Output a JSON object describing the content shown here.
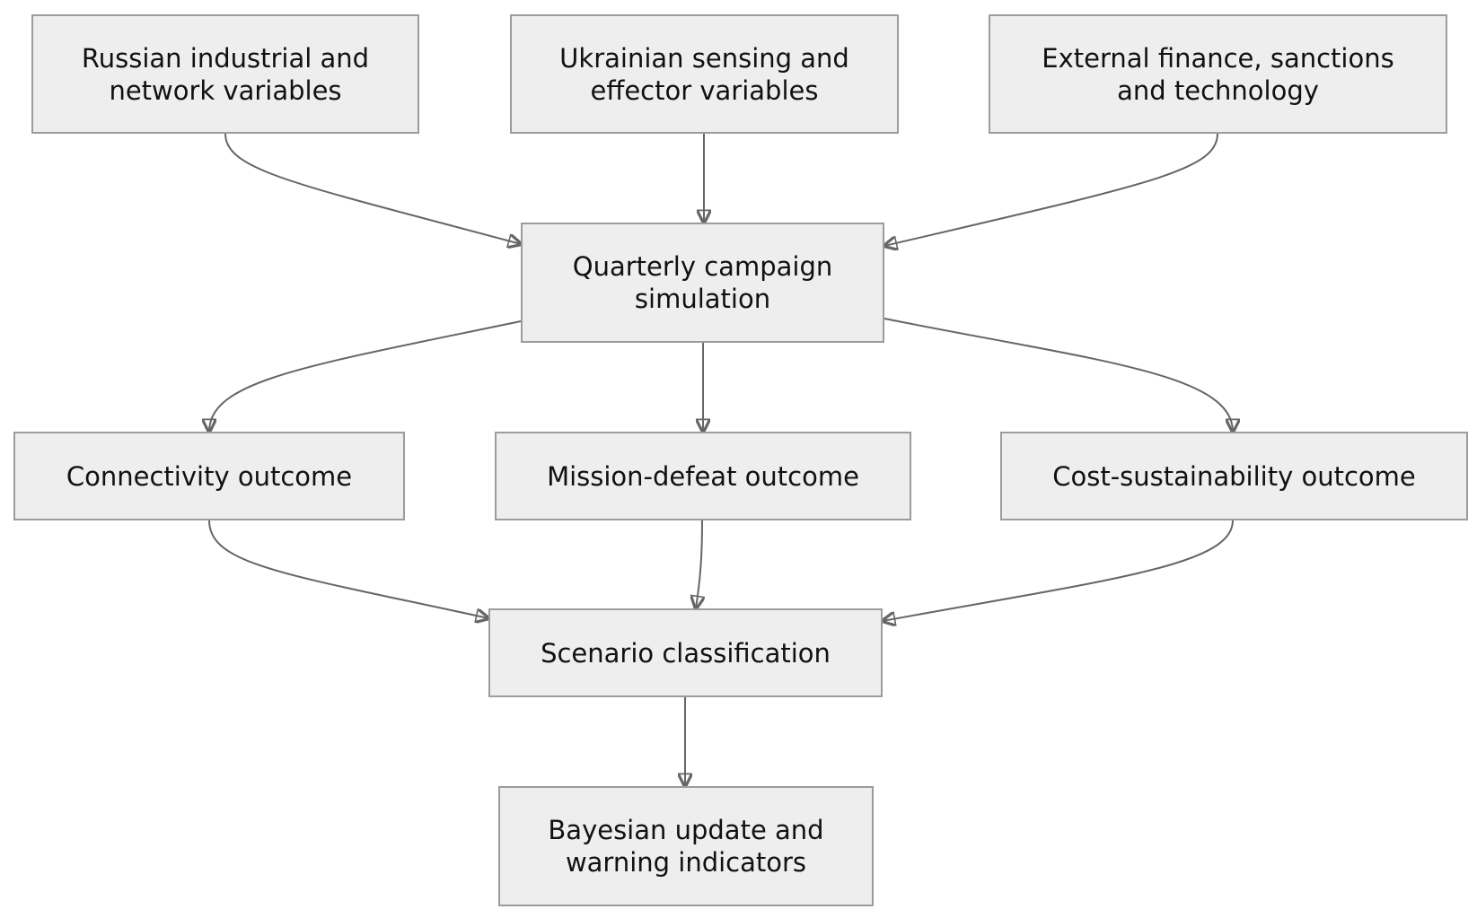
{
  "diagram": {
    "nodes": {
      "russian": "Russian industrial and\nnetwork variables",
      "ukrainian": "Ukrainian sensing and\neffector variables",
      "external": "External finance, sanctions\nand technology",
      "simulation": "Quarterly campaign\nsimulation",
      "connectivity": "Connectivity outcome",
      "mission": "Mission-defeat outcome",
      "cost": "Cost-sustainability outcome",
      "scenario": "Scenario classification",
      "bayesian": "Bayesian update and\nwarning indicators"
    },
    "edges": [
      {
        "from": "russian",
        "to": "simulation"
      },
      {
        "from": "ukrainian",
        "to": "simulation"
      },
      {
        "from": "external",
        "to": "simulation"
      },
      {
        "from": "simulation",
        "to": "connectivity"
      },
      {
        "from": "simulation",
        "to": "mission"
      },
      {
        "from": "simulation",
        "to": "cost"
      },
      {
        "from": "connectivity",
        "to": "scenario"
      },
      {
        "from": "mission",
        "to": "scenario"
      },
      {
        "from": "cost",
        "to": "scenario"
      },
      {
        "from": "scenario",
        "to": "bayesian"
      }
    ],
    "colors": {
      "node_fill": "#eeeeee",
      "node_border": "#9c9c9c",
      "edge": "#666666",
      "text": "#111111"
    }
  }
}
